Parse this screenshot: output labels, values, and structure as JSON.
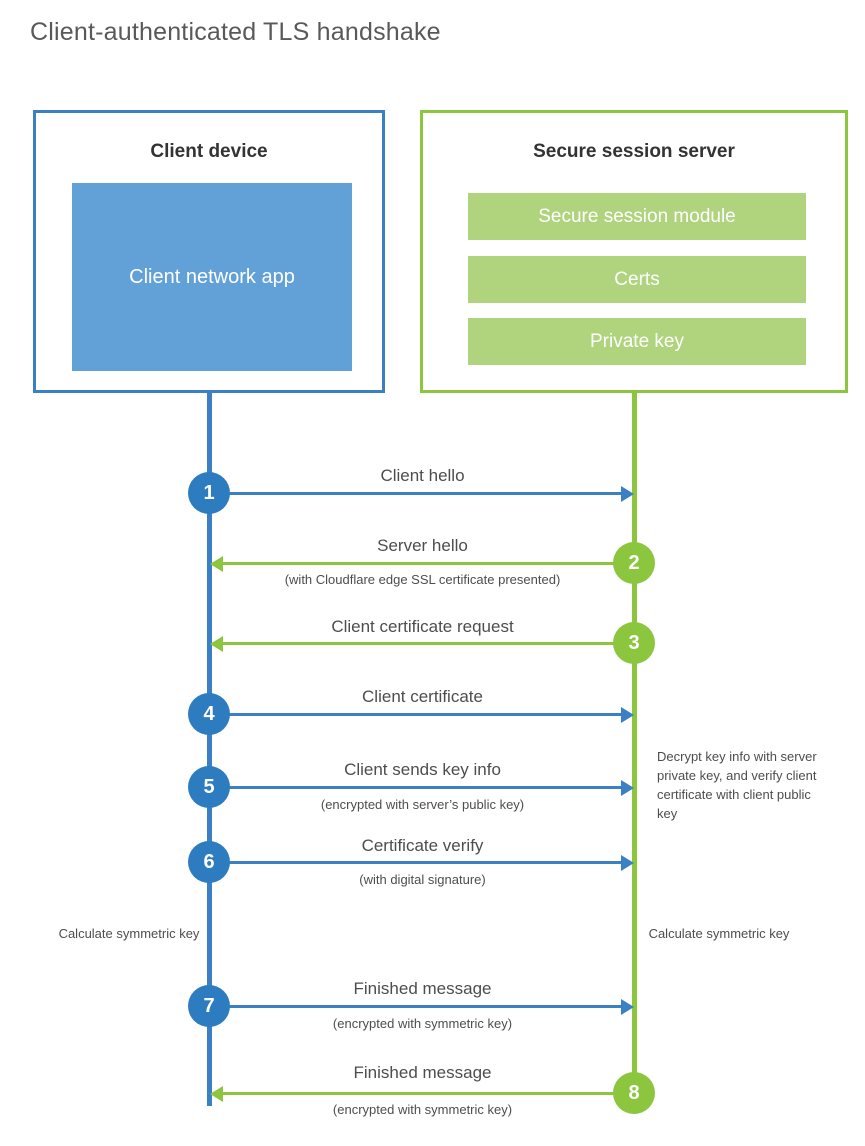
{
  "diagram": {
    "title": "Client-authenticated TLS handshake",
    "colors": {
      "client_blue": "#3b7fc4",
      "client_app_fill": "#62a0d8",
      "step_blue": "#2d7cc0",
      "server_green": "#8cc63f",
      "server_module_fill": "#b0d47e",
      "text": "#4d4d4d"
    },
    "client": {
      "title": "Client device",
      "app_label": "Client network app"
    },
    "server": {
      "title": "Secure session server",
      "modules": [
        {
          "label": "Secure session module"
        },
        {
          "label": "Certs"
        },
        {
          "label": "Private key"
        }
      ]
    },
    "steps": [
      {
        "number": "1",
        "label": "Client hello",
        "sub": "",
        "direction": "client-to-server",
        "color": "blue"
      },
      {
        "number": "2",
        "label": "Server hello",
        "sub": "(with Cloudflare edge SSL certificate presented)",
        "direction": "server-to-client",
        "color": "green"
      },
      {
        "number": "3",
        "label": "Client certificate request",
        "sub": "",
        "direction": "server-to-client",
        "color": "green"
      },
      {
        "number": "4",
        "label": "Client certificate",
        "sub": "",
        "direction": "client-to-server",
        "color": "blue"
      },
      {
        "number": "5",
        "label": "Client sends key info",
        "sub": "(encrypted with server’s public key)",
        "direction": "client-to-server",
        "color": "blue"
      },
      {
        "number": "6",
        "label": "Certificate verify",
        "sub": "(with digital signature)",
        "direction": "client-to-server",
        "color": "blue"
      },
      {
        "number": "7",
        "label": "Finished message",
        "sub": "(encrypted with symmetric key)",
        "direction": "client-to-server",
        "color": "blue"
      },
      {
        "number": "8",
        "label": "Finished message",
        "sub": "(encrypted with symmetric key)",
        "direction": "server-to-client",
        "color": "green"
      }
    ],
    "notes": {
      "server_decrypt": "Decrypt key info with server private key, and verify client certificate with client public key",
      "client_calculate": "Calculate symmetric key",
      "server_calculate": "Calculate symmetric key"
    }
  }
}
